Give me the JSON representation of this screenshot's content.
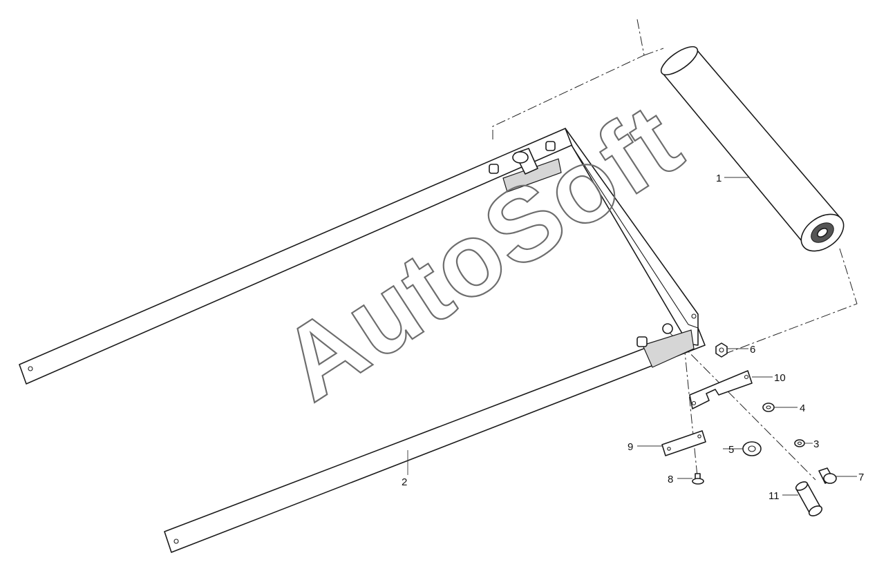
{
  "watermark": {
    "text": "AutoSoft"
  },
  "callouts": [
    {
      "id": "1",
      "label": "1"
    },
    {
      "id": "2",
      "label": "2"
    },
    {
      "id": "3",
      "label": "3"
    },
    {
      "id": "4",
      "label": "4"
    },
    {
      "id": "5",
      "label": "5"
    },
    {
      "id": "6",
      "label": "6"
    },
    {
      "id": "7",
      "label": "7"
    },
    {
      "id": "8",
      "label": "8"
    },
    {
      "id": "9",
      "label": "9"
    },
    {
      "id": "10",
      "label": "10"
    },
    {
      "id": "11",
      "label": "11"
    }
  ]
}
